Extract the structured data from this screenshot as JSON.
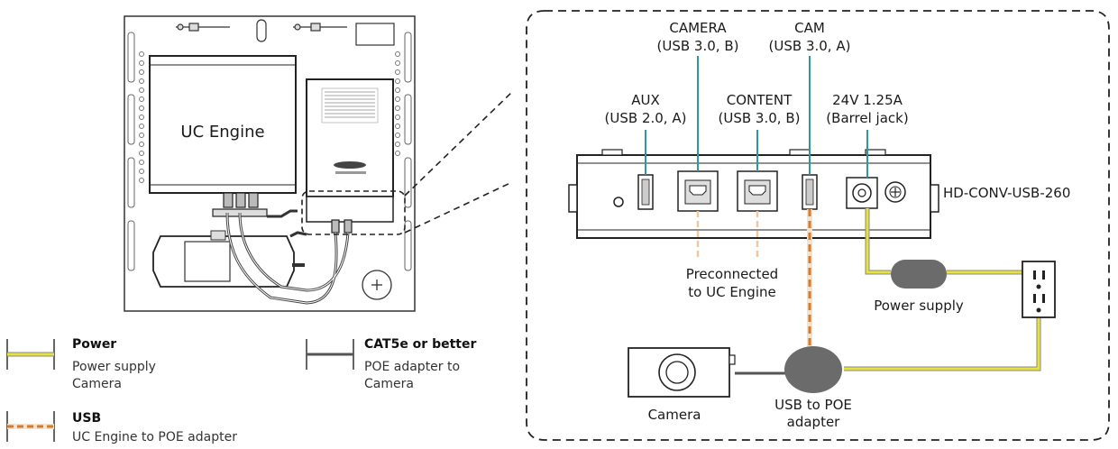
{
  "left_panel": {
    "uc_engine_label": "UC Engine"
  },
  "ports": {
    "camera": {
      "name": "CAMERA",
      "spec": "(USB 3.0, B)"
    },
    "cam": {
      "name": "CAM",
      "spec": "(USB 3.0, A)"
    },
    "aux": {
      "name": "AUX",
      "spec": "(USB 2.0, A)"
    },
    "content": {
      "name": "CONTENT",
      "spec": "(USB 3.0, B)"
    },
    "power": {
      "name": "24V 1.25A",
      "spec": "(Barrel jack)"
    }
  },
  "device_label": "HD-CONV-USB-260",
  "preconnected": {
    "line1": "Preconnected",
    "line2": "to UC Engine"
  },
  "power_supply_label": "Power supply",
  "camera_label": "Camera",
  "poe_adapter": {
    "line1": "USB to POE",
    "line2": "adapter"
  },
  "legend": {
    "power": {
      "title": "Power",
      "line1": "Power supply",
      "line2": "Camera"
    },
    "cat5e": {
      "title": "CAT5e or better",
      "line1": "POE adapter to",
      "line2": "Camera"
    },
    "usb": {
      "title": "USB",
      "line1": "UC Engine to POE adapter"
    }
  },
  "colors": {
    "power_cable": "#e8e23c",
    "usb_cable": "#e08a3a",
    "cat5e_cable": "#555555",
    "poe_adapter": "#6b6b6b",
    "power_supply": "#6b6b6b"
  }
}
